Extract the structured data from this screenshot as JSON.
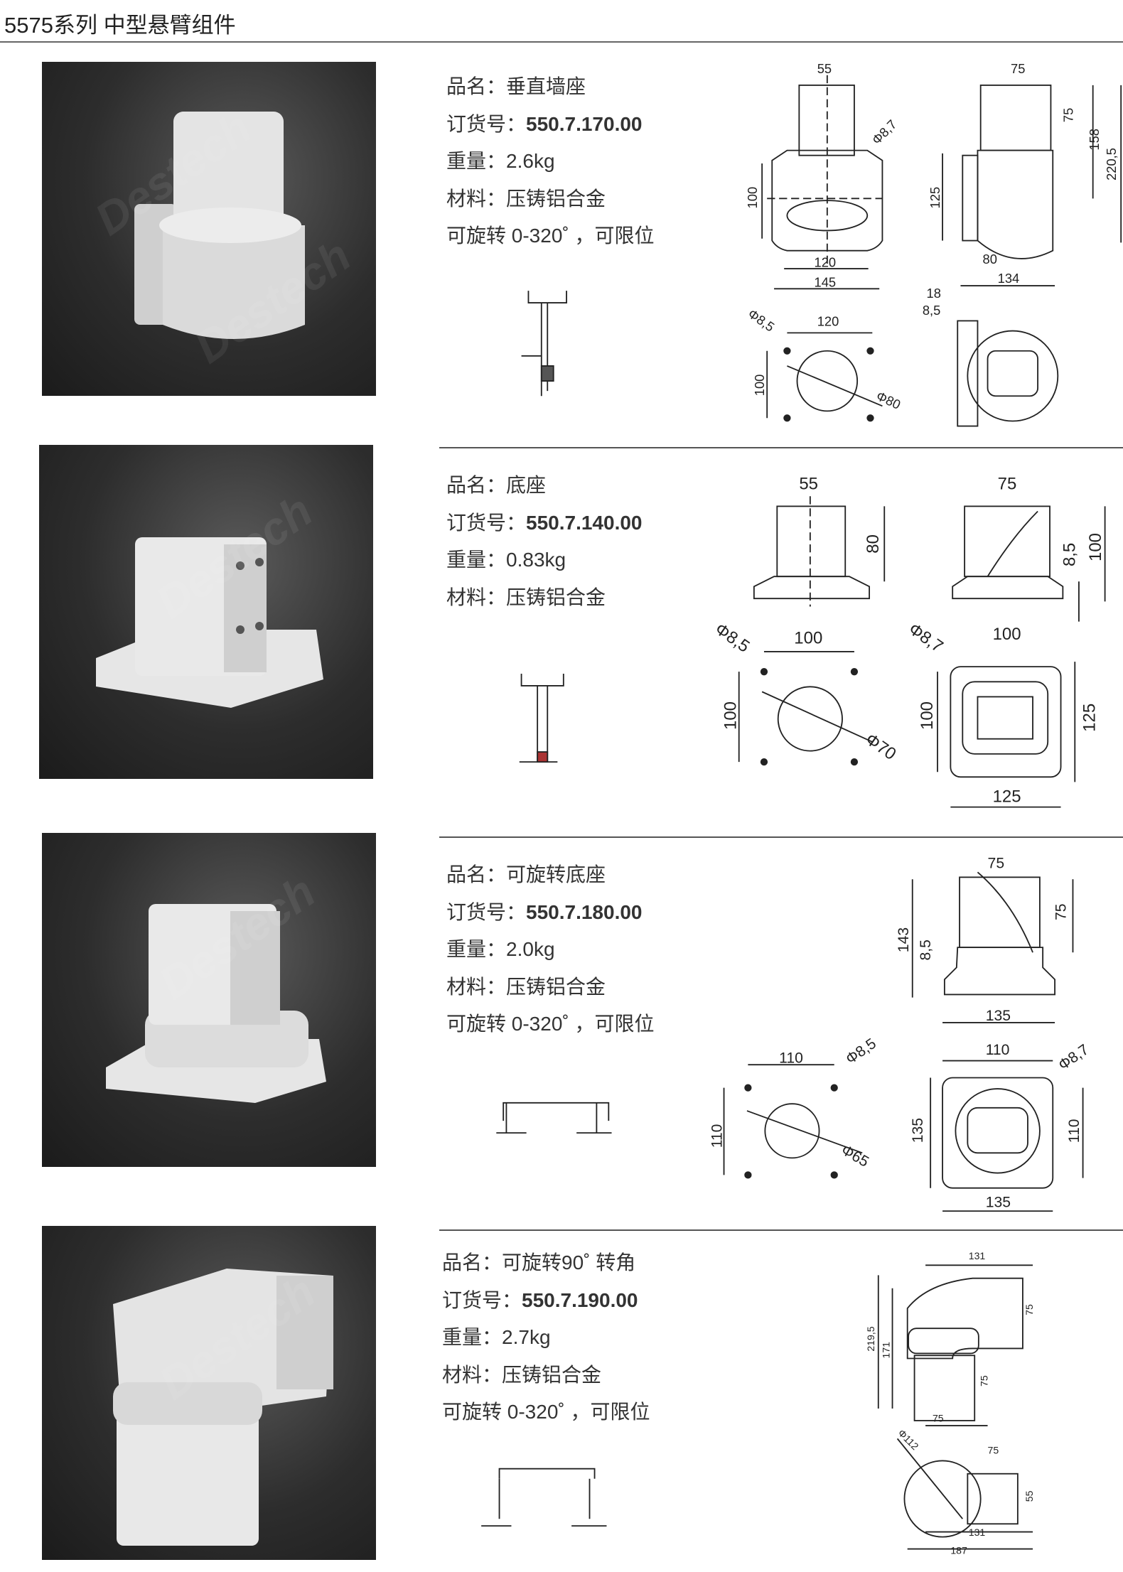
{
  "header": {
    "title": "5575系列  中型悬臂组件"
  },
  "products": [
    {
      "name_label": "品名：",
      "name": "垂直墙座",
      "order_label": "订货号：",
      "order": "550.7.170.00",
      "weight_label": "重量：",
      "weight": "2.6kg",
      "material_label": "材料：",
      "material": "压铸铝合金",
      "rotation": "可旋转 0-320˚ ，可限位",
      "dims": [
        "55",
        "75",
        "Φ8,7",
        "75",
        "158",
        "220,5",
        "100",
        "125",
        "120",
        "145",
        "80",
        "134",
        "18",
        "8,5",
        "Φ8,5",
        "120",
        "100",
        "Φ80"
      ]
    },
    {
      "name_label": "品名：",
      "name": "底座",
      "order_label": "订货号：",
      "order": "550.7.140.00",
      "weight_label": "重量：",
      "weight": "0.83kg",
      "material_label": "材料：",
      "material": "压铸铝合金",
      "dims": [
        "55",
        "80",
        "75",
        "8,5",
        "100",
        "Φ8,5",
        "100",
        "100",
        "Φ70",
        "Φ8,7",
        "100",
        "100",
        "125",
        "125"
      ]
    },
    {
      "name_label": "品名：",
      "name": "可旋转底座",
      "order_label": "订货号：",
      "order": "550.7.180.00",
      "weight_label": "重量：",
      "weight": "2.0kg",
      "material_label": "材料：",
      "material": "压铸铝合金",
      "rotation": "可旋转 0-320˚ ，可限位",
      "dims": [
        "75",
        "75",
        "143",
        "8,5",
        "135",
        "110",
        "Φ8,5",
        "110",
        "Φ65",
        "110",
        "Φ8,7",
        "135",
        "110",
        "135"
      ]
    },
    {
      "name_label": "品名：",
      "name": "可旋转90˚ 转角",
      "order_label": "订货号：",
      "order": "550.7.190.00",
      "weight_label": "重量：",
      "weight": "2.7kg",
      "material_label": "材料：",
      "material": "压铸铝合金",
      "rotation": "可旋转 0-320˚ ，可限位",
      "dims": [
        "131",
        "75",
        "219,5",
        "171",
        "75",
        "75",
        "Φ112",
        "75",
        "55",
        "131",
        "187"
      ]
    }
  ],
  "watermark": "Destech"
}
